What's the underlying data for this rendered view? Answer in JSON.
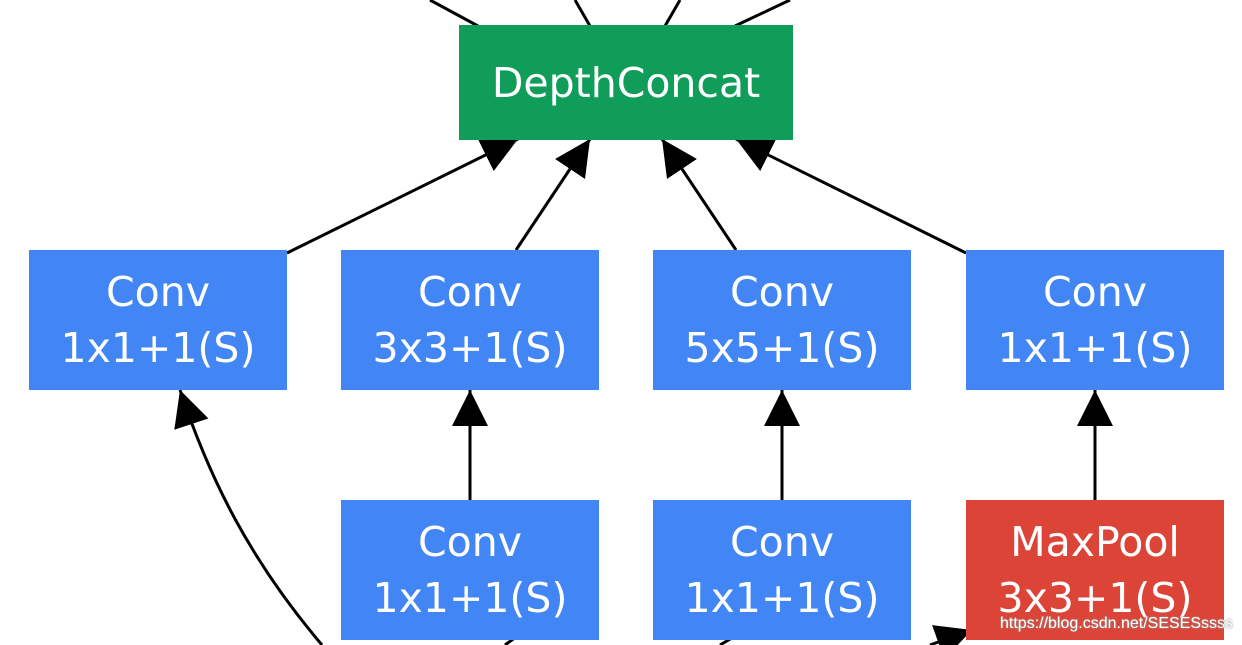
{
  "nodes": {
    "depth_concat": {
      "label": "DepthConcat",
      "color": "#109d59"
    },
    "conv_1x1_a": {
      "line1": "Conv",
      "line2": "1x1+1(S)",
      "color": "#4285f4"
    },
    "conv_3x3": {
      "line1": "Conv",
      "line2": "3x3+1(S)",
      "color": "#4285f4"
    },
    "conv_5x5": {
      "line1": "Conv",
      "line2": "5x5+1(S)",
      "color": "#4285f4"
    },
    "conv_1x1_b": {
      "line1": "Conv",
      "line2": "1x1+1(S)",
      "color": "#4285f4"
    },
    "conv_1x1_reduce_3x3": {
      "line1": "Conv",
      "line2": "1x1+1(S)",
      "color": "#4285f4"
    },
    "conv_1x1_reduce_5x5": {
      "line1": "Conv",
      "line2": "1x1+1(S)",
      "color": "#4285f4"
    },
    "maxpool": {
      "line1": "MaxPool",
      "line2": "3x3+1(S)",
      "color": "#db4437"
    }
  },
  "edges": [
    {
      "from": "conv_1x1_a",
      "to": "depth_concat"
    },
    {
      "from": "conv_3x3",
      "to": "depth_concat"
    },
    {
      "from": "conv_5x5",
      "to": "depth_concat"
    },
    {
      "from": "conv_1x1_b",
      "to": "depth_concat"
    },
    {
      "from": "conv_1x1_reduce_3x3",
      "to": "conv_3x3"
    },
    {
      "from": "conv_1x1_reduce_5x5",
      "to": "conv_5x5"
    },
    {
      "from": "maxpool",
      "to": "conv_1x1_b"
    }
  ],
  "watermark": "https://blog.csdn.net/SESESssss"
}
